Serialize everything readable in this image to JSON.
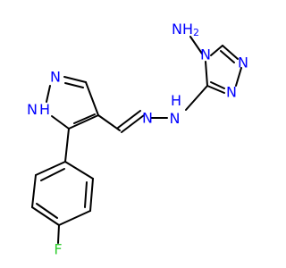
{
  "molecule": {
    "colors": {
      "bond": "#000000",
      "nitrogen": "#0000ff",
      "fluorine": "#32cd32",
      "background": "#ffffff"
    },
    "atoms": [
      {
        "id": "a1",
        "element": "N",
        "label": "NH",
        "subscript": "2",
        "color_key": "nitrogen"
      },
      {
        "id": "a2",
        "element": "N",
        "label": "N",
        "color_key": "nitrogen"
      },
      {
        "id": "a3",
        "element": "N",
        "label": "N",
        "color_key": "nitrogen"
      },
      {
        "id": "a4",
        "element": "N",
        "label": "N",
        "color_key": "nitrogen"
      },
      {
        "id": "a5",
        "element": "N",
        "label": "H",
        "prefix": "N",
        "color_key": "nitrogen"
      },
      {
        "id": "a6",
        "element": "N",
        "label": "N",
        "color_key": "nitrogen"
      },
      {
        "id": "a7",
        "element": "N",
        "label": "N",
        "color_key": "nitrogen"
      },
      {
        "id": "a8",
        "element": "N",
        "label": "H",
        "prefix": "N",
        "color_key": "nitrogen"
      },
      {
        "id": "a9",
        "element": "F",
        "label": "F",
        "color_key": "fluorine"
      }
    ]
  }
}
